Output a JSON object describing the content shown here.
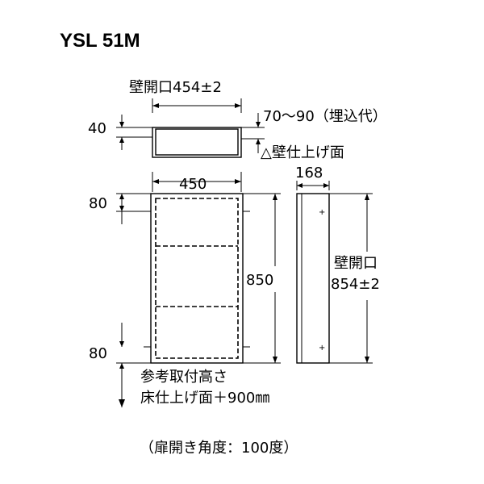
{
  "title": "YSL 51M",
  "top_view": {
    "opening_width_label": "壁開口454±2",
    "depth_label": "40",
    "recess_label": "70～90（埋込代）",
    "wall_surface_label": "△壁仕上げ面"
  },
  "front_view": {
    "width_label": "450",
    "top_offset_label": "80",
    "height_label": "850",
    "bottom_offset_label": "80",
    "mount_label_line1": "参考取付高さ",
    "mount_label_line2": "床仕上げ面＋900㎜"
  },
  "side_view": {
    "depth_label": "168",
    "opening_height_line1": "壁開口",
    "opening_height_line2": "854±2"
  },
  "footer_note": "（扉開き角度：100度）"
}
